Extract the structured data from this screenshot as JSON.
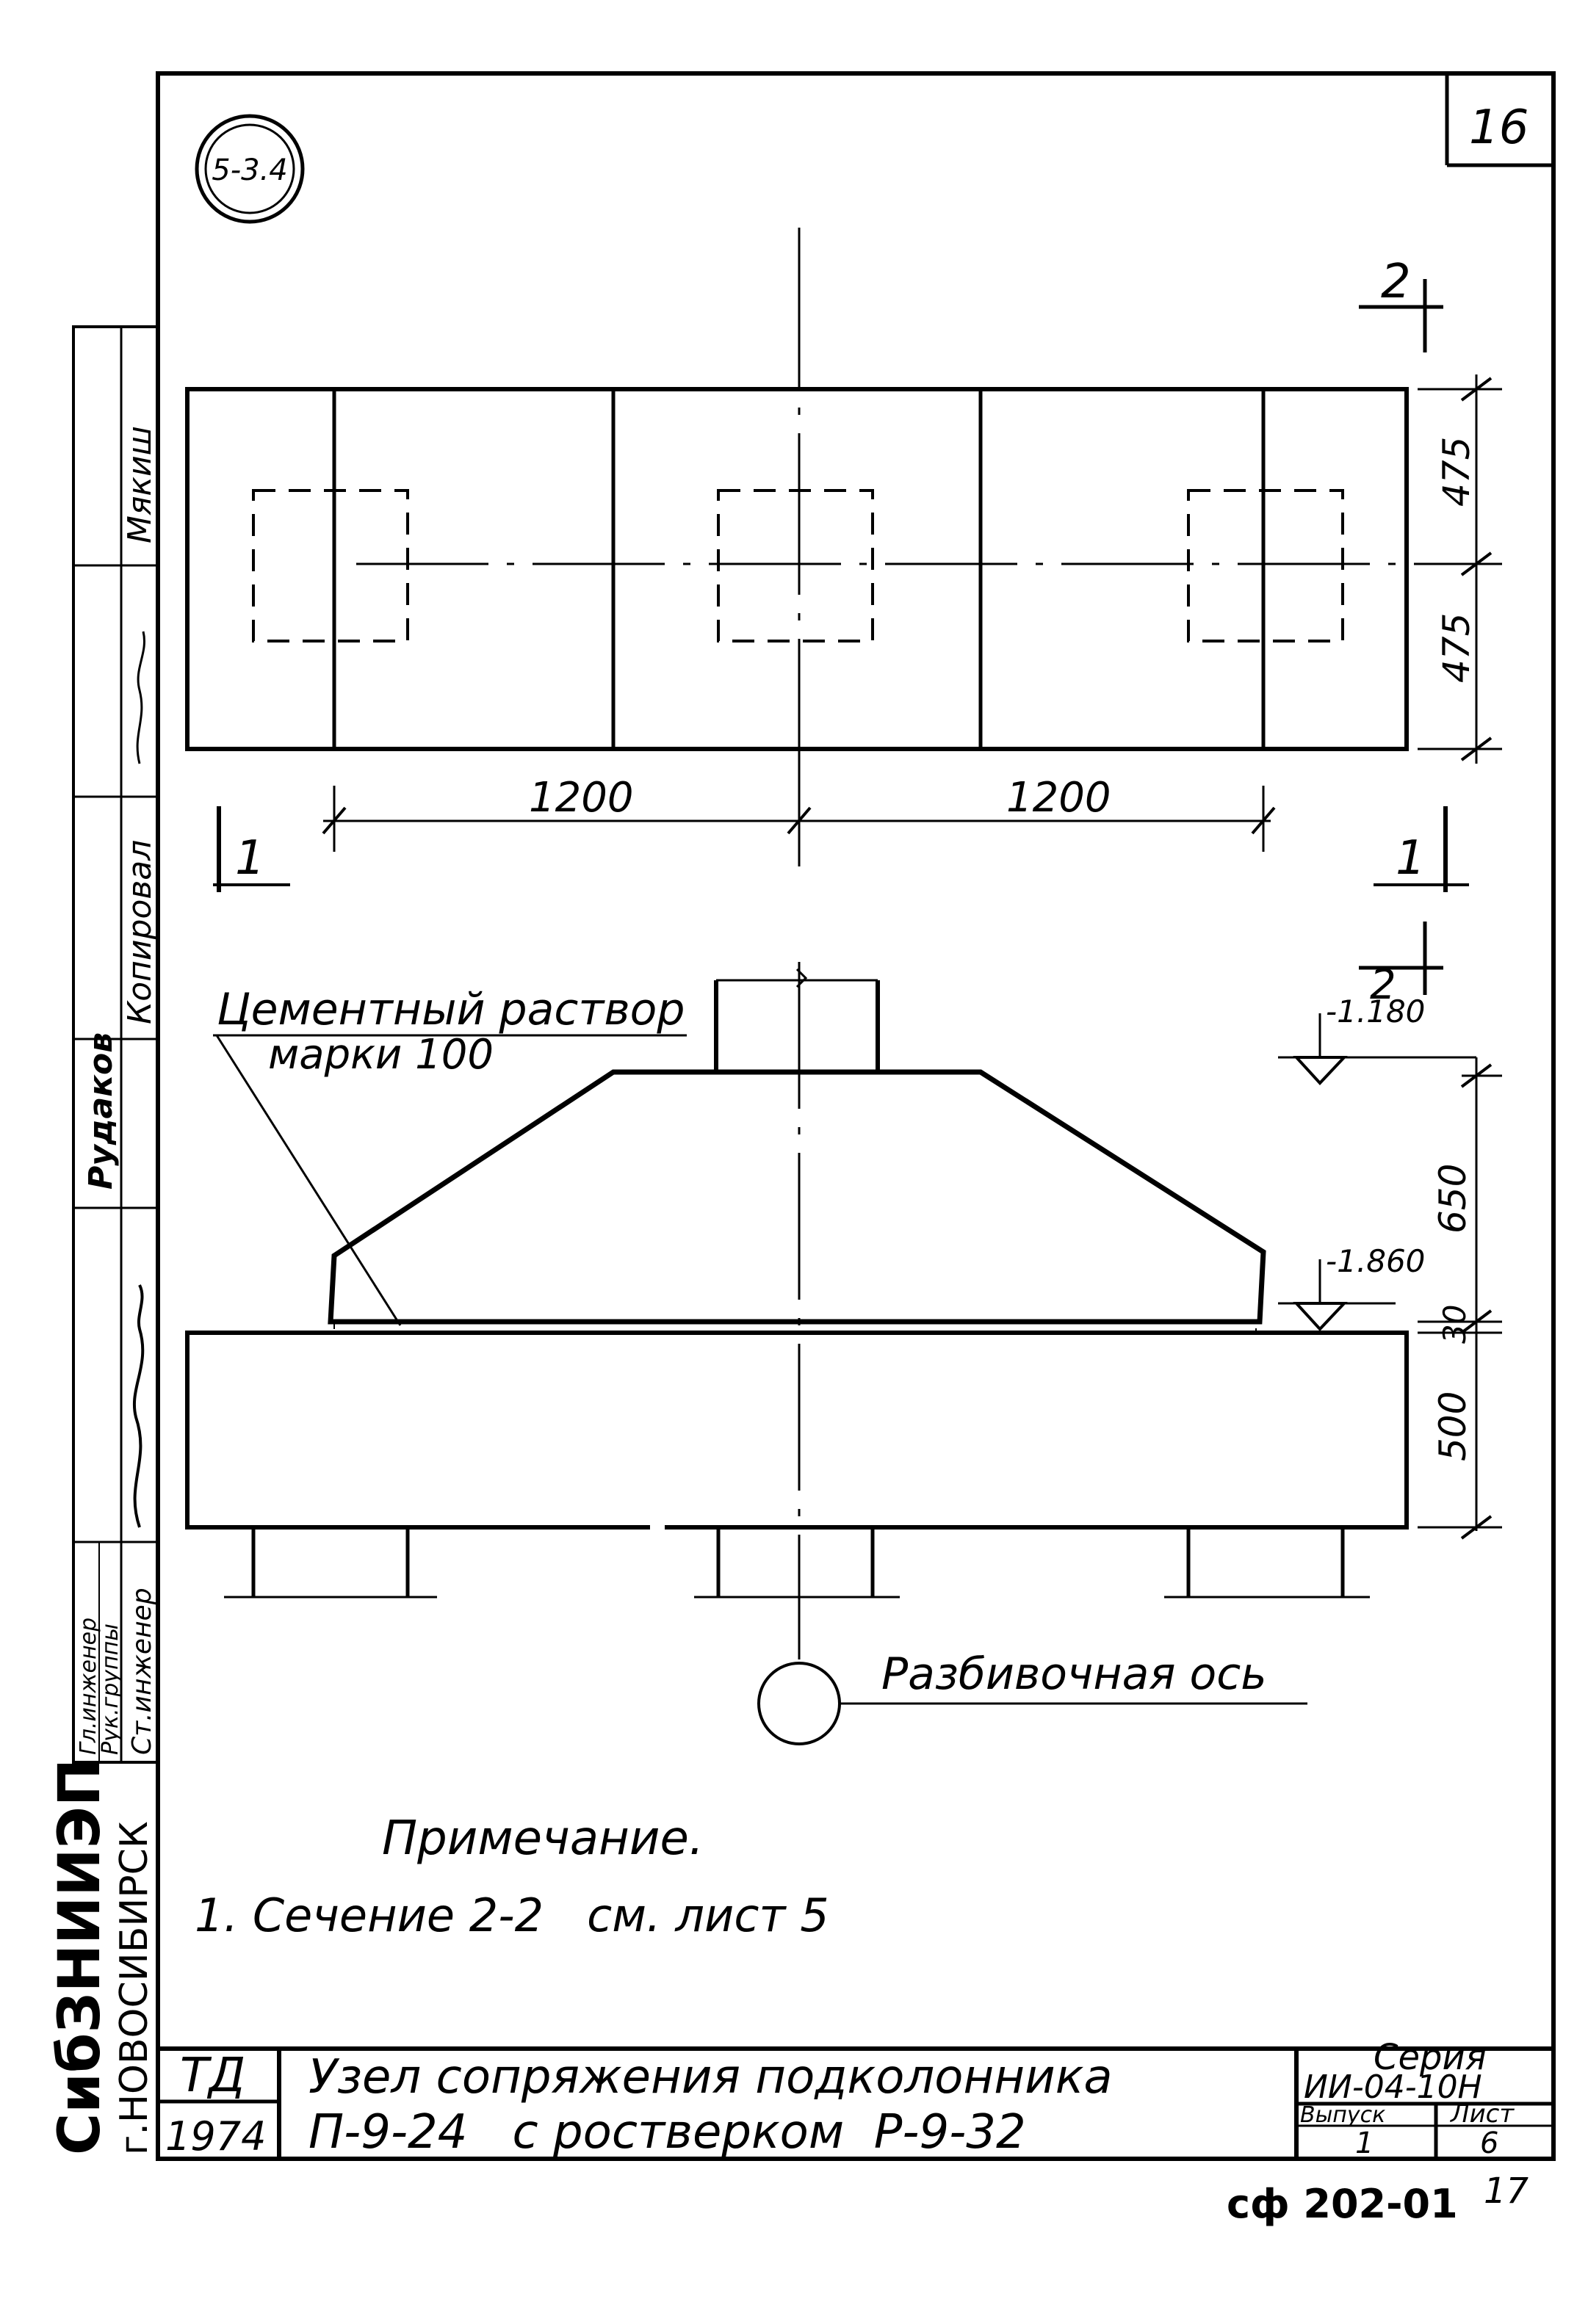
{
  "sheet": {
    "corner_number": "16",
    "circle_mark": "5-3.4",
    "bottom_code": "сф 202-01",
    "bottom_page": "17"
  },
  "plan": {
    "dim_left": "1200",
    "dim_right": "1200",
    "dim_top": "475",
    "dim_bottom": "475",
    "section_1_left": "1",
    "section_1_right": "1",
    "section_2_top": "2"
  },
  "section": {
    "section_2_label": "2",
    "level_top": "-1.180",
    "level_bottom": "-1.860",
    "dim_650": "650",
    "dim_30": "30",
    "dim_500": "500",
    "mortar_line1": "Цементный раствор",
    "mortar_line2": "марки 100",
    "axis_label": "Разбивочная ось"
  },
  "note": {
    "title": "Примечание.",
    "item1": "1. Сечение 2-2   см. лист 5"
  },
  "side_stamp": {
    "roles": [
      "Гл.инженер",
      "Рук.группы",
      "Ст.инженер"
    ],
    "copied": "Копировал",
    "name_top": "Мякиш",
    "name_mid": "Рудаков"
  },
  "organization": {
    "name": "СибЗНИИЭП",
    "city": "г.НОВОСИБИРСК"
  },
  "title_block": {
    "td": "ТД",
    "year": "1974",
    "title_line1": "Узел сопряжения подколонника",
    "title_line2": "П-9-24   с ростверком  Р-9-32",
    "series_label": "Серия",
    "series_value": "ИИ-04-10Н",
    "issue_label": "Выпуск",
    "issue_value": "1",
    "sheet_label": "Лист",
    "sheet_value": "6"
  }
}
